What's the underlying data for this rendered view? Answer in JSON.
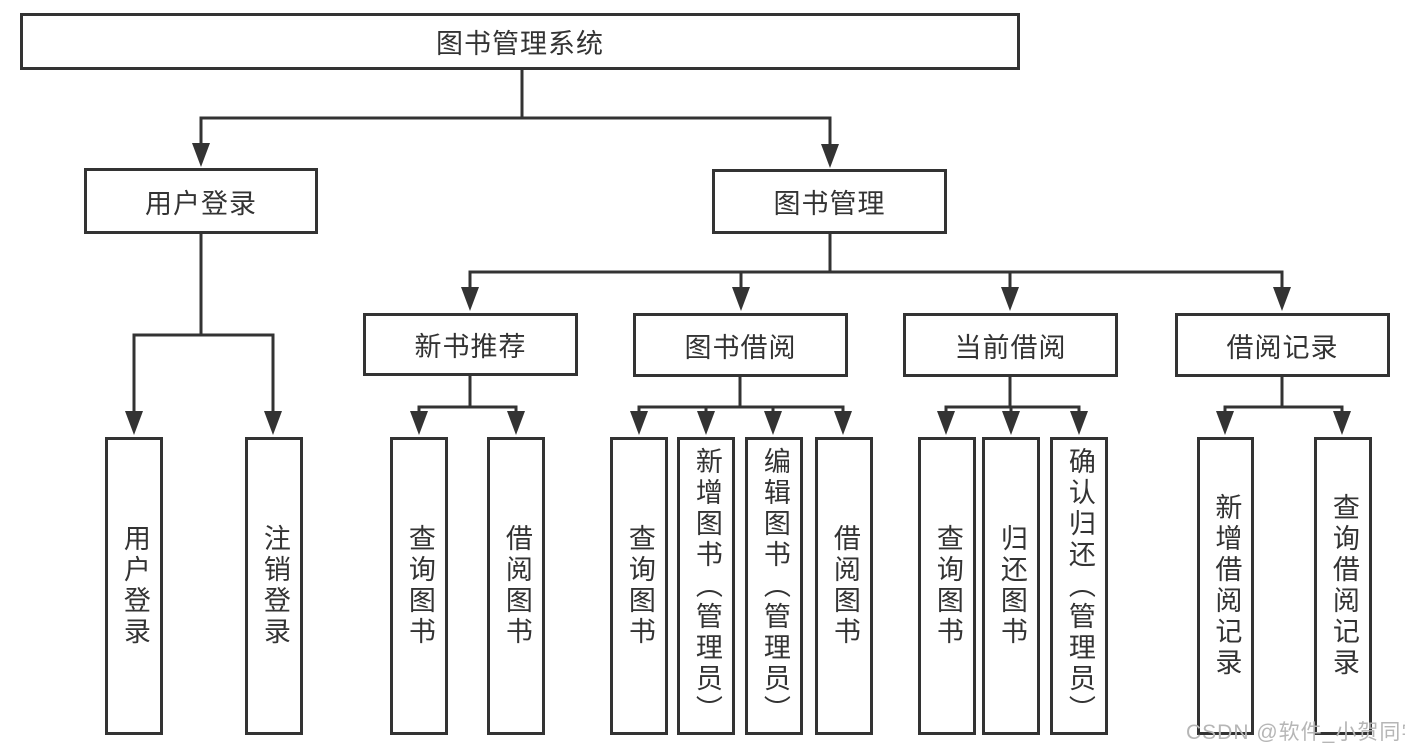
{
  "tree": {
    "root": {
      "label": "图书管理系统",
      "children": [
        {
          "label": "用户登录",
          "children": [
            {
              "label": "用户登录"
            },
            {
              "label": "注销登录"
            }
          ]
        },
        {
          "label": "图书管理",
          "children": [
            {
              "label": "新书推荐",
              "children": [
                {
                  "label": "查询图书"
                },
                {
                  "label": "借阅图书"
                }
              ]
            },
            {
              "label": "图书借阅",
              "children": [
                {
                  "label": "查询图书"
                },
                {
                  "label": "新增图书（管理员）"
                },
                {
                  "label": "编辑图书（管理员）"
                },
                {
                  "label": "借阅图书"
                }
              ]
            },
            {
              "label": "当前借阅",
              "children": [
                {
                  "label": "查询图书"
                },
                {
                  "label": "归还图书"
                },
                {
                  "label": "确认归还（管理员）"
                }
              ]
            },
            {
              "label": "借阅记录",
              "children": [
                {
                  "label": "新增借阅记录"
                },
                {
                  "label": "查询借阅记录"
                }
              ]
            }
          ]
        }
      ]
    }
  },
  "watermark": {
    "text": "CSDN @软件_小贺同学"
  },
  "colors": {
    "line": "#333333",
    "text": "#333333",
    "box_fill": "#ffffff",
    "watermark": "#b6b6b6",
    "background": "#ffffff"
  }
}
